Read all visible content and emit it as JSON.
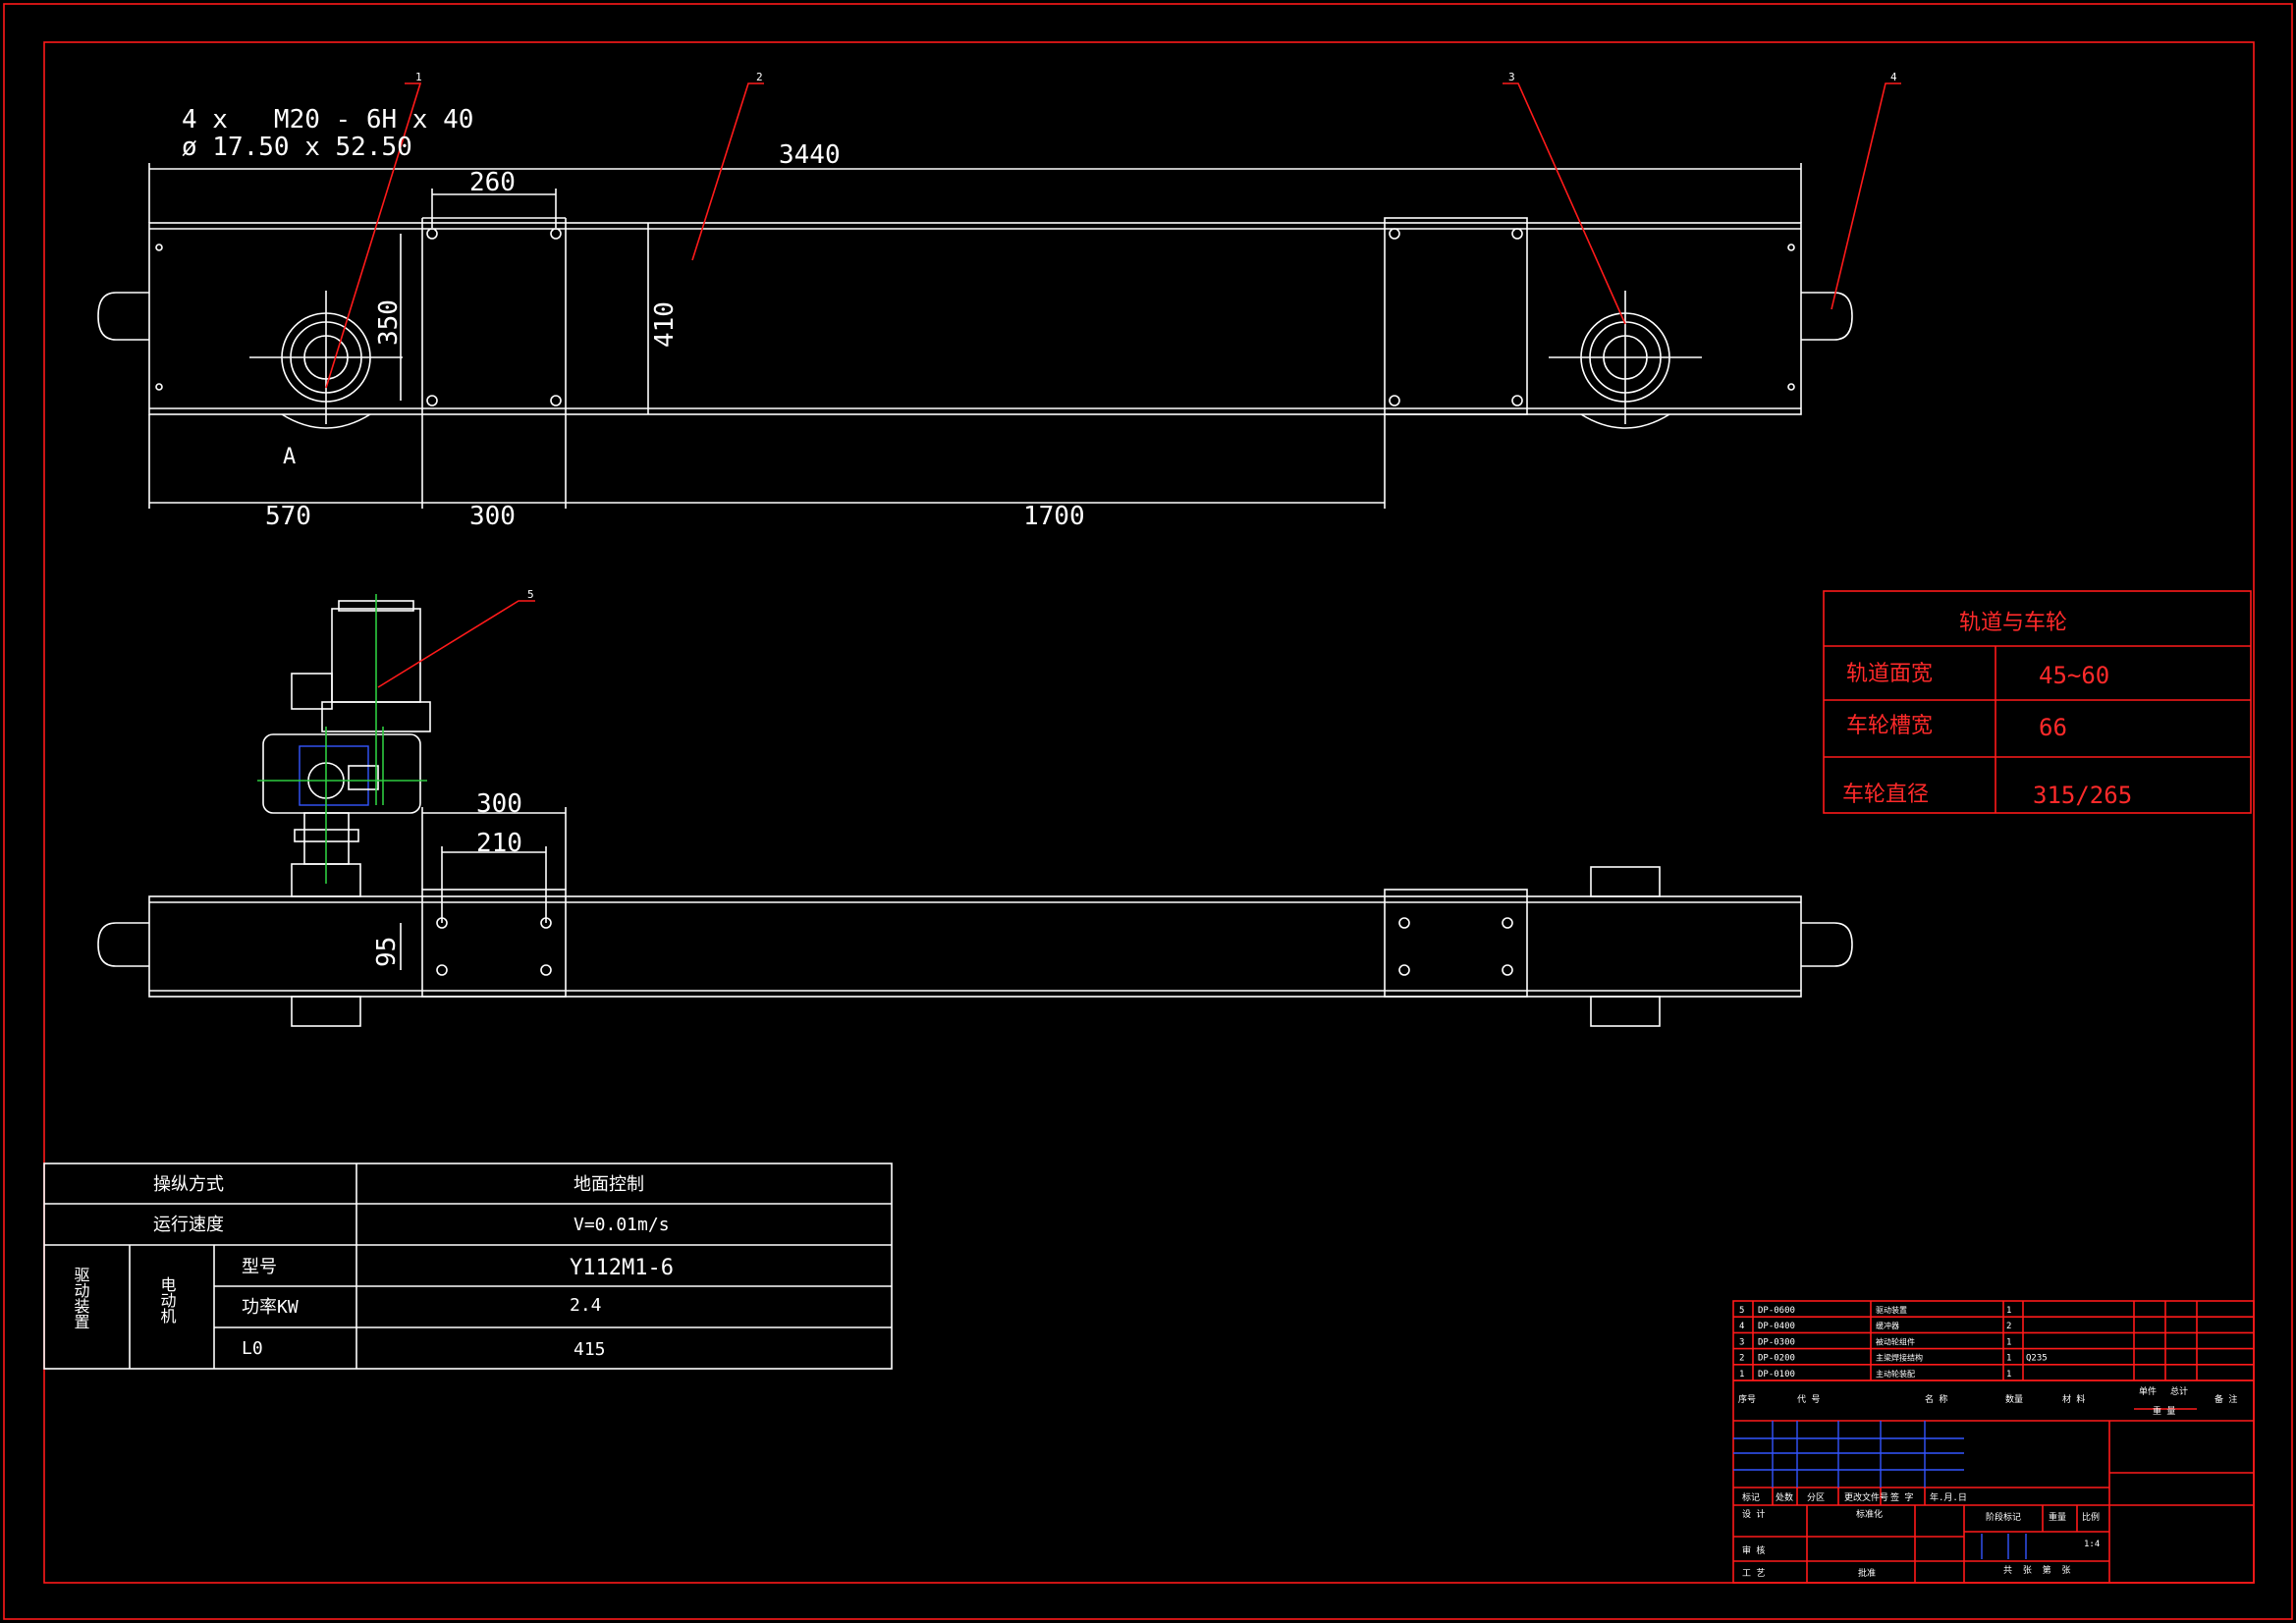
{
  "balloons": [
    "1",
    "2",
    "3",
    "4",
    "5"
  ],
  "thread_note_line1": "4 x   M20 - 6H x 40",
  "thread_note_line2": "ø 17.50 x 52.50",
  "view_label": "A",
  "top_dims": {
    "overall": "3440",
    "d260": "260",
    "d350": "350",
    "d410": "410",
    "d570": "570",
    "d300": "300",
    "d1700": "1700"
  },
  "front_dims": {
    "d300": "300",
    "d210": "210",
    "d95": "95"
  },
  "rail_table": {
    "title": "轨道与车轮",
    "rows": [
      {
        "label": "轨道面宽",
        "value": "45~60"
      },
      {
        "label": "车轮槽宽",
        "value": "66"
      },
      {
        "label": "车轮直径",
        "value": "315/265"
      }
    ]
  },
  "spec_table": {
    "row1_label": "操纵方式",
    "row1_value": "地面控制",
    "row2_label": "运行速度",
    "row2_value": "V=0.01m/s",
    "group_label": "驱动装置",
    "sub_label": "电动机",
    "model_label": "型号",
    "model_value": "Y112M1-6",
    "power_label": "功率KW",
    "power_value": "2.4",
    "l0_label": "L0",
    "l0_value": "415"
  },
  "bom": [
    {
      "no": "5",
      "code": "DP-0600",
      "name": "驱动装置",
      "qty": "1",
      "material": ""
    },
    {
      "no": "4",
      "code": "DP-0400",
      "name": "缓冲器",
      "qty": "2",
      "material": ""
    },
    {
      "no": "3",
      "code": "DP-0300",
      "name": "被动轮组件",
      "qty": "1",
      "material": ""
    },
    {
      "no": "2",
      "code": "DP-0200",
      "name": "主梁焊接结构",
      "qty": "1",
      "material": "Q235"
    },
    {
      "no": "1",
      "code": "DP-0100",
      "name": "主动轮装配",
      "qty": "1",
      "material": ""
    }
  ],
  "bom_header": {
    "no": "序号",
    "code": "代 号",
    "name": "名 称",
    "qty": "数量",
    "material": "材 料",
    "unit": "单件",
    "total": "总计",
    "weight": "重 量",
    "remark": "备 注"
  },
  "title_block": {
    "mark": "标记",
    "count": "处数",
    "zone": "分区",
    "doc": "更改文件号",
    "sign": "签 字",
    "date": "年.月.日",
    "design": "设 计",
    "standard": "标准化",
    "stage": "阶段标记",
    "weight": "重量",
    "scale": "比例",
    "scale_value": "1:4",
    "review": "审 核",
    "process": "工 艺",
    "approve": "批准",
    "sheets": "共  张  第  张"
  },
  "colors": {
    "frame": "#ff1a1a",
    "line": "#ffffff",
    "center": "#2ecc40",
    "hatch": "#3355ff"
  }
}
